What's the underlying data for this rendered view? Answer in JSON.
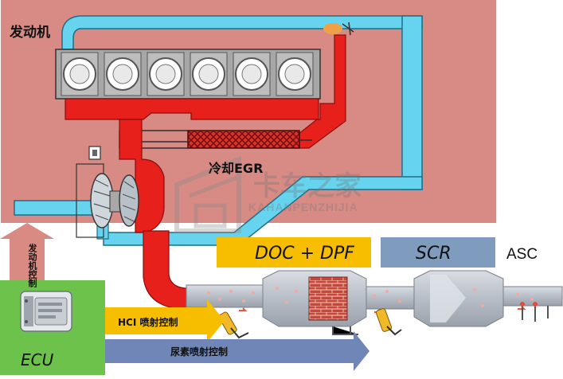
{
  "labels": {
    "engine": "发动机",
    "cooled_egr": "冷却EGR",
    "doc_dpf": "DOC + DPF",
    "scr": "SCR",
    "asc": "ASC",
    "ecu": "ECU",
    "engine_control": "发动机控制",
    "hci_injection_control": "HCI 喷射控制",
    "urea_injection_control": "尿素喷射控制"
  },
  "watermark": {
    "brand": "卡车之家",
    "pinyin": "KAHANPENZHIJIA"
  },
  "colors": {
    "engine_bg": "#d88a84",
    "intake_cyan": "#66d4ee",
    "exhaust_red": "#e8201c",
    "egr_cooler": "#b02020",
    "doc_dpf_yellow": "#f7be00",
    "scr_blue": "#7f9bbd",
    "ecu_green": "#6cc24a",
    "arrow_blue": "#6f86b6",
    "arrow_yellow": "#f7be00",
    "arrow_pink": "#d98b83"
  },
  "icons": {
    "ecu_module": "ecu-module-icon",
    "hci_injector": "hci-injector-icon",
    "urea_injector": "urea-injector-icon",
    "watermark_logo": "truck-house-logo-icon"
  }
}
